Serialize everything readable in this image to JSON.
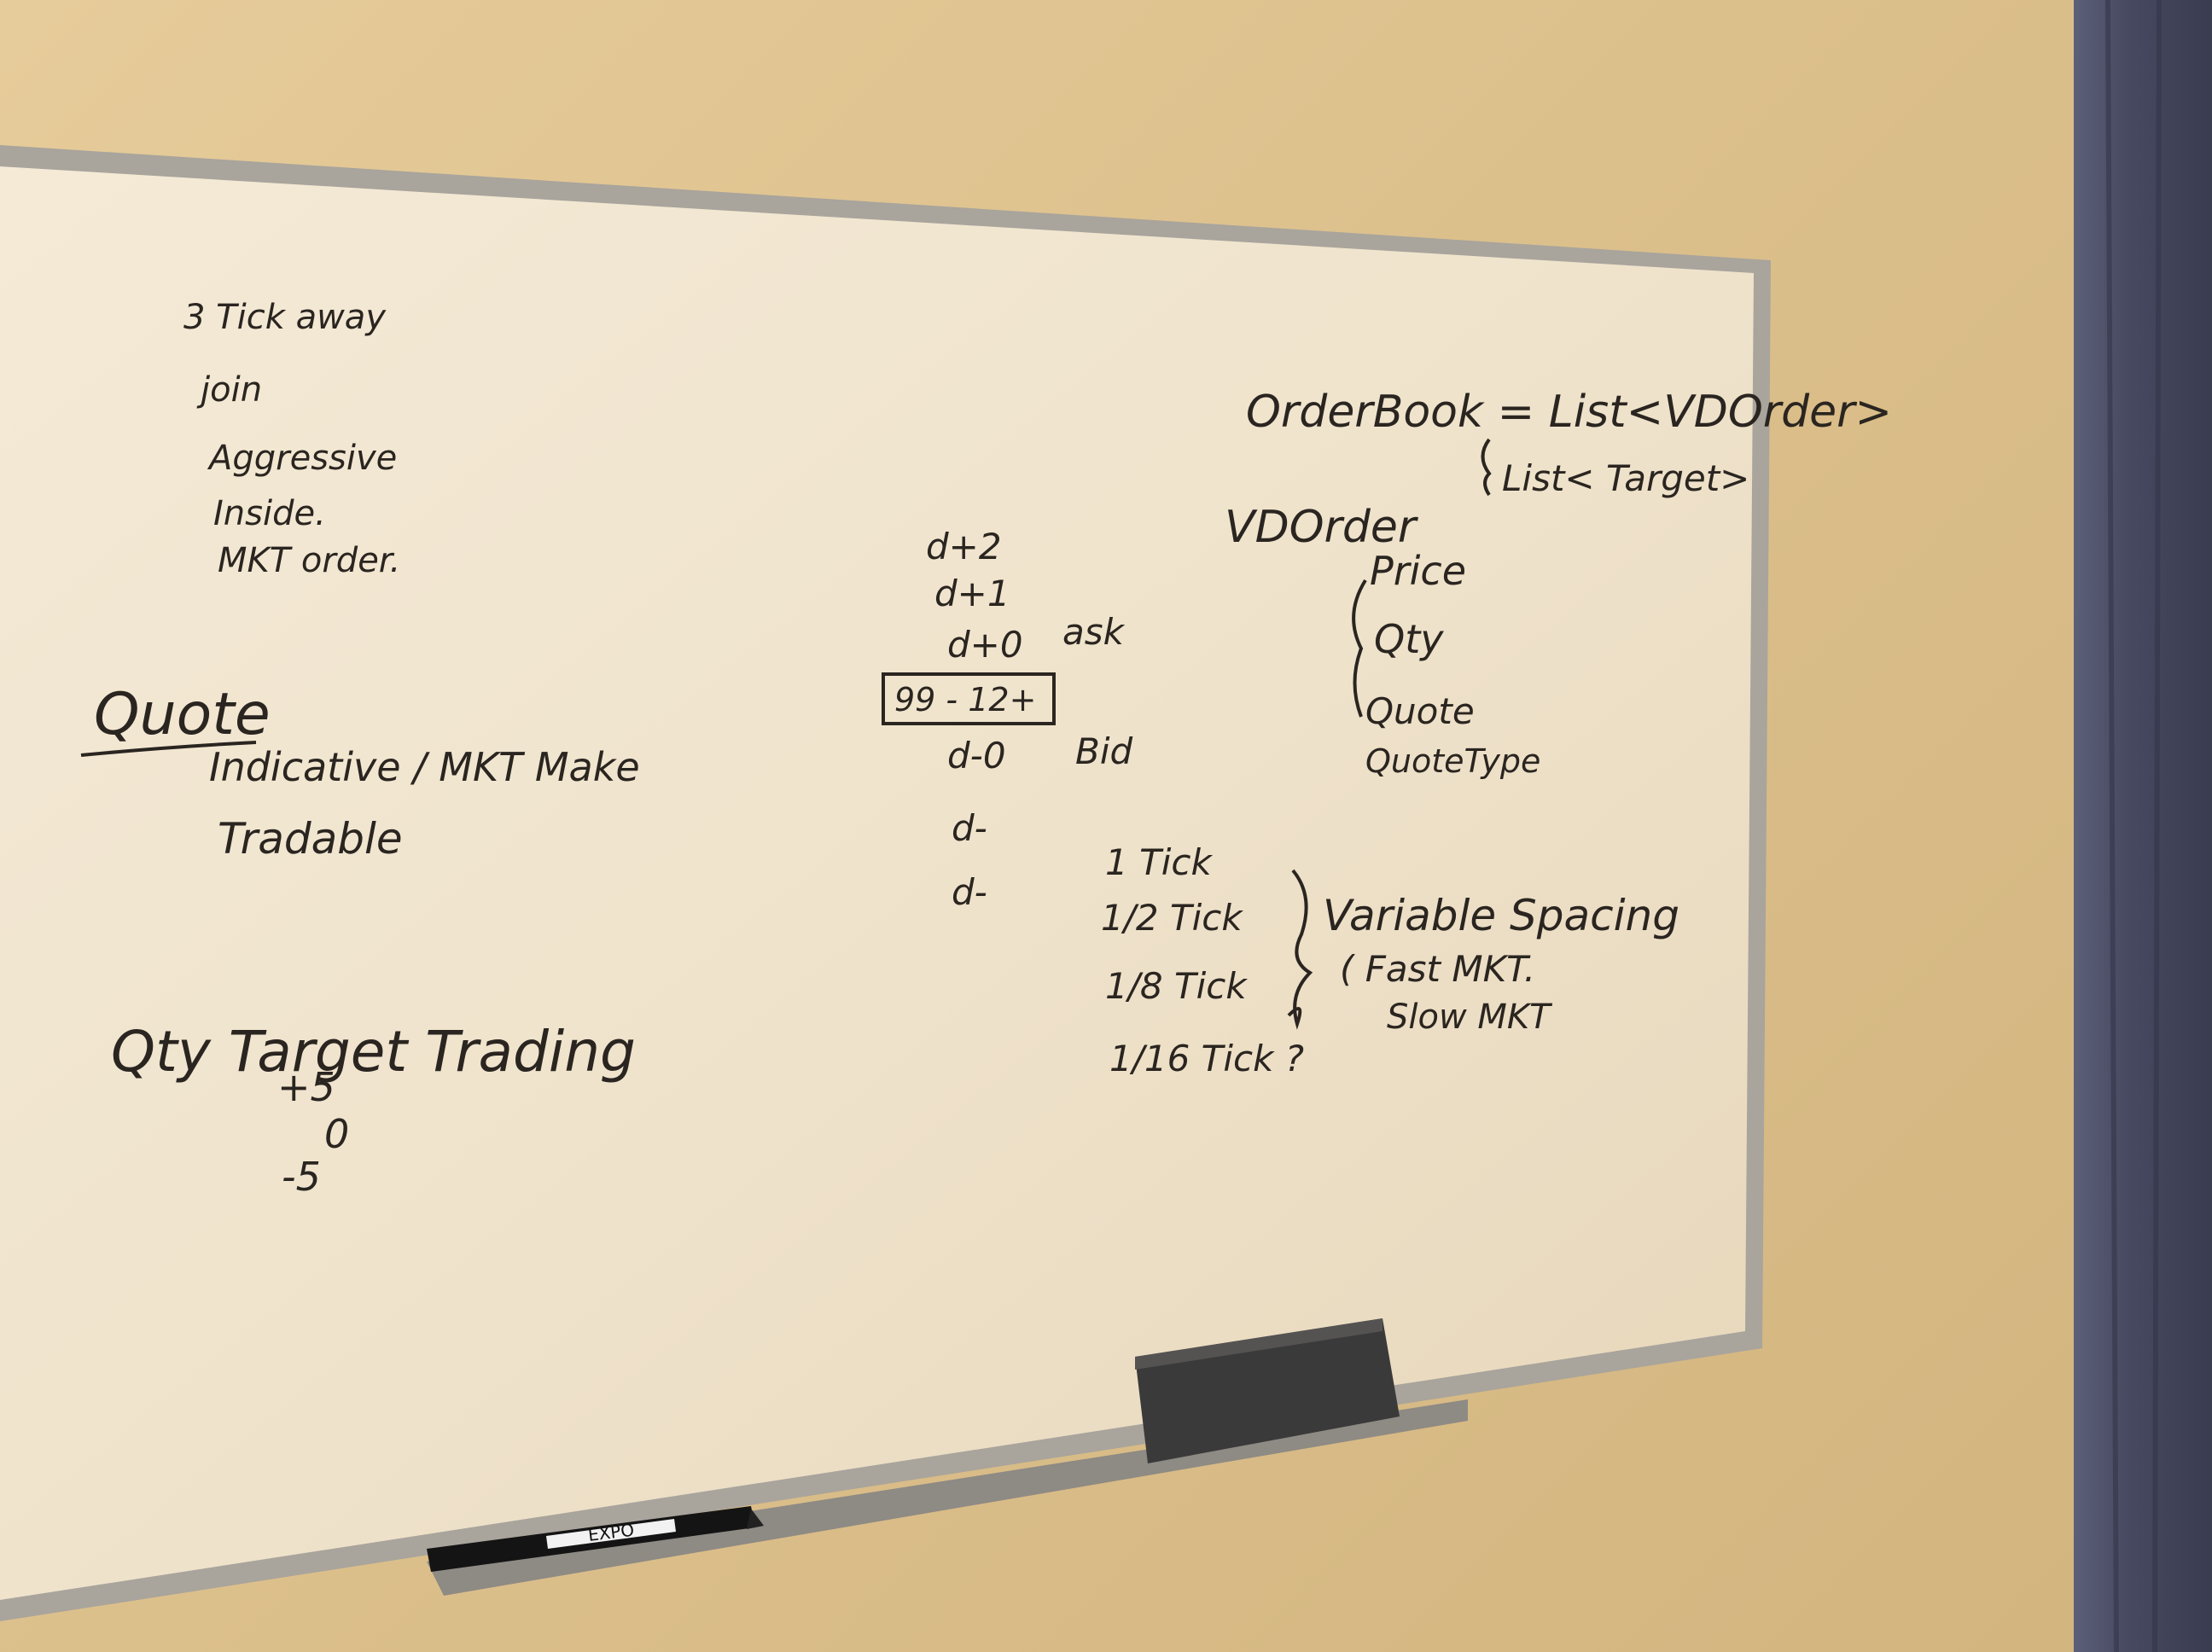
{
  "whiteboard": {
    "left_list": [
      "3 Tick away",
      "join",
      "Aggressive",
      "Inside.",
      "MKT order."
    ],
    "quote_heading": "Quote",
    "quote_items": [
      "Indicative / MKT Make",
      "Tradable"
    ],
    "qty_target_heading": "Qty Target Trading",
    "qty_target_values": [
      "+5",
      "0",
      "-5"
    ],
    "ladder": {
      "ask_levels": [
        "d+2",
        "d+1",
        "d+0"
      ],
      "ask_label": "ask",
      "price_box": "99 - 12+",
      "bid_levels": [
        "d-0",
        "d-",
        "d-"
      ],
      "bid_label": "Bid"
    },
    "tick_sizes": [
      "1 Tick",
      "1/2 Tick",
      "1/8 Tick",
      "1/16 Tick ?"
    ],
    "variable_spacing": {
      "title": "Variable Spacing",
      "items": [
        "( Fast MKT.",
        "Slow MKT"
      ]
    },
    "orderbook": {
      "line1": "OrderBook = List<VDOrder>",
      "line2": "List< Target>"
    },
    "vdorder": {
      "title": "VDOrder",
      "fields": [
        "Price",
        "Qty",
        "Quote",
        "QuoteType"
      ]
    }
  },
  "marker_brand": "EXPO",
  "colors": {
    "wall": "#dcc08c",
    "board": "#f1e6d2",
    "frame": "#b3aea6",
    "ink": "#2a2520",
    "curtain": "#4c4f66"
  }
}
